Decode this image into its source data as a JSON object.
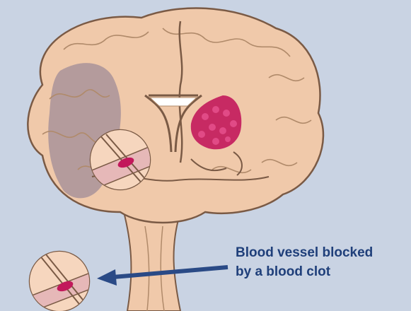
{
  "callout": {
    "line1": "Blood vessel blocked",
    "line2": "by a blood clot"
  },
  "colors": {
    "background": "#c9d3e3",
    "brain": "#f0c9aa",
    "brain_outline": "#7a5a45",
    "affected_area": "#a9939a",
    "clot": "#c2185b",
    "arrow": "#2a4a86",
    "label_text": "#1f3f7a"
  },
  "icons": [
    "brain-illustration",
    "magnifier-circle",
    "arrow-left"
  ]
}
